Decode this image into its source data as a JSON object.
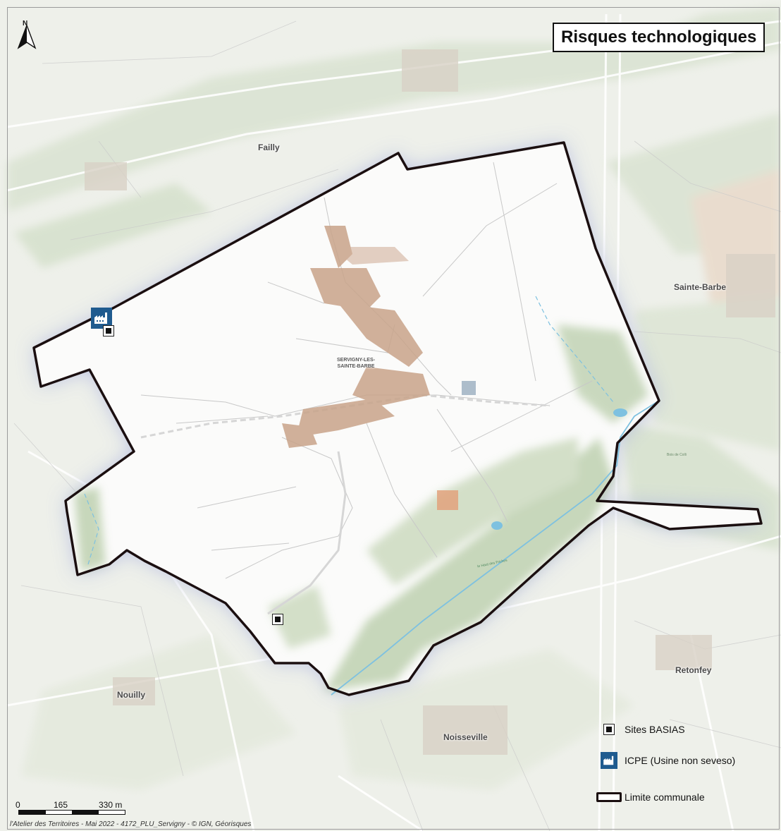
{
  "map": {
    "title": "Risques technologiques",
    "places": {
      "failly": "Failly",
      "sainte_barbe": "Sainte-Barbe",
      "retonfey": "Retonfey",
      "nouilly": "Nouilly",
      "noisseville": "Noisseville",
      "servigny_line1": "SERVIGNY-LES-",
      "servigny_line2": "SAINTE-BARBE"
    },
    "minor_labels": {
      "stream": "le Haut des Friches",
      "bois": "Bois de Colli"
    },
    "scale": {
      "ticks": [
        "0",
        "165",
        "330 m"
      ]
    },
    "credits": "l'Atelier des Territoires - Mai 2022 - 4172_PLU_Servigny - © IGN, Géorisques",
    "north_arrow": "N",
    "icons": {
      "north": "north-arrow-icon",
      "basias": "black-square-marker-icon",
      "icpe": "factory-icon"
    },
    "colors": {
      "boundary": "#1b0f10",
      "icpe": "#1f5b8f",
      "forest": "#a9c497",
      "water": "#7ec1e0",
      "built": "#c9a48a"
    }
  },
  "legend": {
    "basias": "Sites BASIAS",
    "icpe": "ICPE (Usine non seveso)",
    "limit": "Limite communale"
  }
}
